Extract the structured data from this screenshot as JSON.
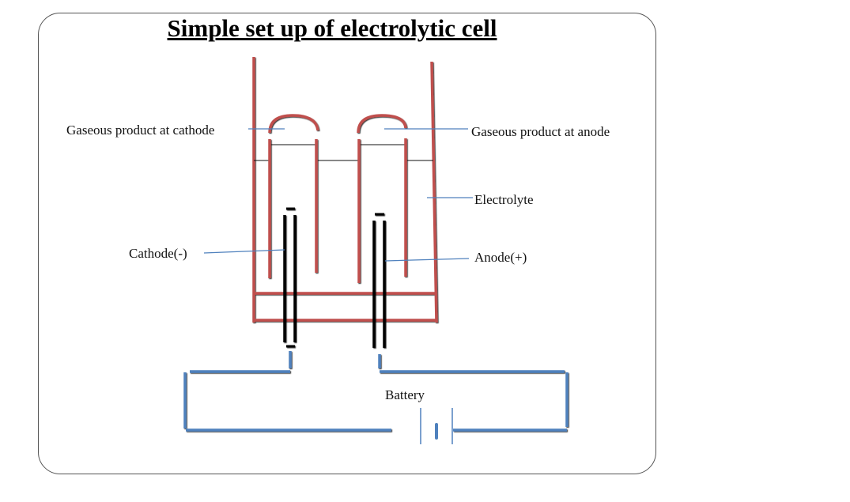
{
  "title": "Simple set up of electrolytic cell",
  "labels": {
    "gas_cathode": "Gaseous product at cathode",
    "gas_anode": "Gaseous product at anode",
    "electrolyte": "Electrolyte",
    "cathode": "Cathode(-)",
    "anode": "Anode(+)",
    "battery": "Battery"
  },
  "colors": {
    "vessel": "#c0504d",
    "electrode": "#000000",
    "wire": "#4f81bd",
    "leader": "#4f81bd",
    "frame": "#555555"
  }
}
